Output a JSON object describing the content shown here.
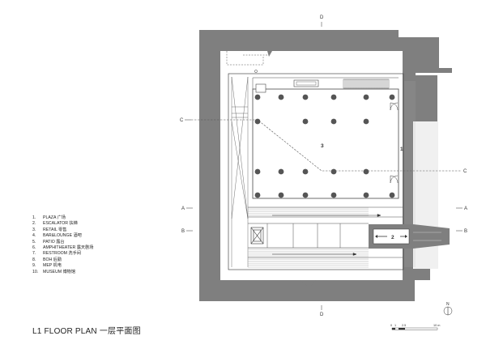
{
  "title": "L1 FLOOR PLAN 一层平面图",
  "legend": [
    {
      "num": "1.",
      "label": "PLAZA 广场"
    },
    {
      "num": "2.",
      "label": "ESCALATOR 扶梯"
    },
    {
      "num": "3.",
      "label": "RETAIL 零售"
    },
    {
      "num": "4.",
      "label": "BAR&LOUNGE 酒吧"
    },
    {
      "num": "5.",
      "label": "PATIO 露台"
    },
    {
      "num": "6.",
      "label": "AMPHITHEATER 露天剧场"
    },
    {
      "num": "7.",
      "label": "RESTROOM 洗手间"
    },
    {
      "num": "8.",
      "label": "BOH 后勤"
    },
    {
      "num": "9.",
      "label": "MEP 机电"
    },
    {
      "num": "10.",
      "label": "MUSEUM 博物馆"
    }
  ],
  "section_markers": {
    "a": "A",
    "b": "B",
    "c": "C",
    "d": "D"
  },
  "room_numbers": {
    "plaza": "1",
    "escalator": "2",
    "retail": "3"
  },
  "north_label": "N",
  "scale_bar": {
    "labels": [
      "0",
      "1",
      "2.5",
      "10 m"
    ]
  },
  "colors": {
    "wall": "#7f7f7f",
    "line": "#4a4a4a",
    "column": "#555555"
  }
}
